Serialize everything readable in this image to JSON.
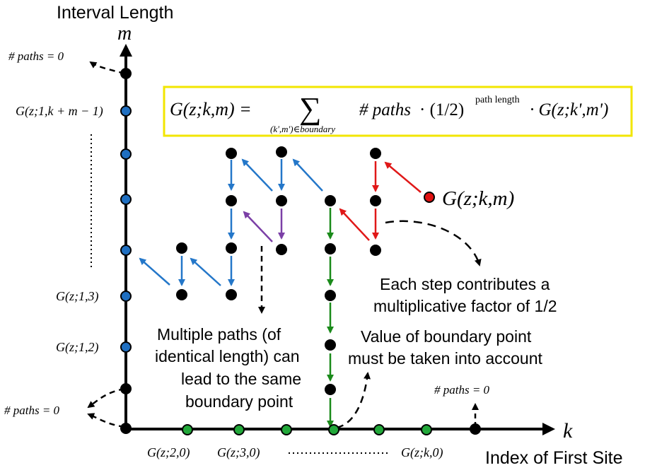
{
  "axes": {
    "y_title": "Interval Length",
    "y_var": "m",
    "x_title": "Index of First Site",
    "x_var": "k"
  },
  "formula": {
    "lhs": "G(z;k,m) =",
    "sum_sub": "(k',m')∈boundary",
    "paths": "# paths",
    "factor": "· (1/2)",
    "exponent": "path length",
    "tail": "· G(z;k',m')"
  },
  "left_labels": {
    "top_paths": "# paths = 0",
    "g_top": "G(z;1,k + m − 1)",
    "g13": "G(z;1,3)",
    "g12": "G(z;1,2)",
    "bottom_paths": "# paths = 0"
  },
  "bottom_labels": {
    "g20": "G(z;2,0)",
    "g30": "G(z;3,0)",
    "gk0": "G(z;k,0)",
    "right_paths": "# paths = 0"
  },
  "target_label": "G(z;k,m)",
  "annotations": {
    "step_1": "Each step contributes a",
    "step_2": "multiplicative factor of 1/2",
    "boundary_1": "Value of boundary point",
    "boundary_2": "must be taken into account",
    "multi_1": "Multiple paths (of",
    "multi_2": "identical length) can",
    "multi_3": "lead to the same",
    "multi_4": "boundary point"
  },
  "colors": {
    "axis": "#000000",
    "interior_point": "#000000",
    "left_boundary": "#1f6fc1",
    "bottom_boundary": "#22a83a",
    "target": "#e01010",
    "arrow_blue": "#2477c9",
    "arrow_purple": "#7b3fa6",
    "arrow_green": "#1a8a1a",
    "arrow_red": "#e01818",
    "formula_border": "#f2e600"
  }
}
